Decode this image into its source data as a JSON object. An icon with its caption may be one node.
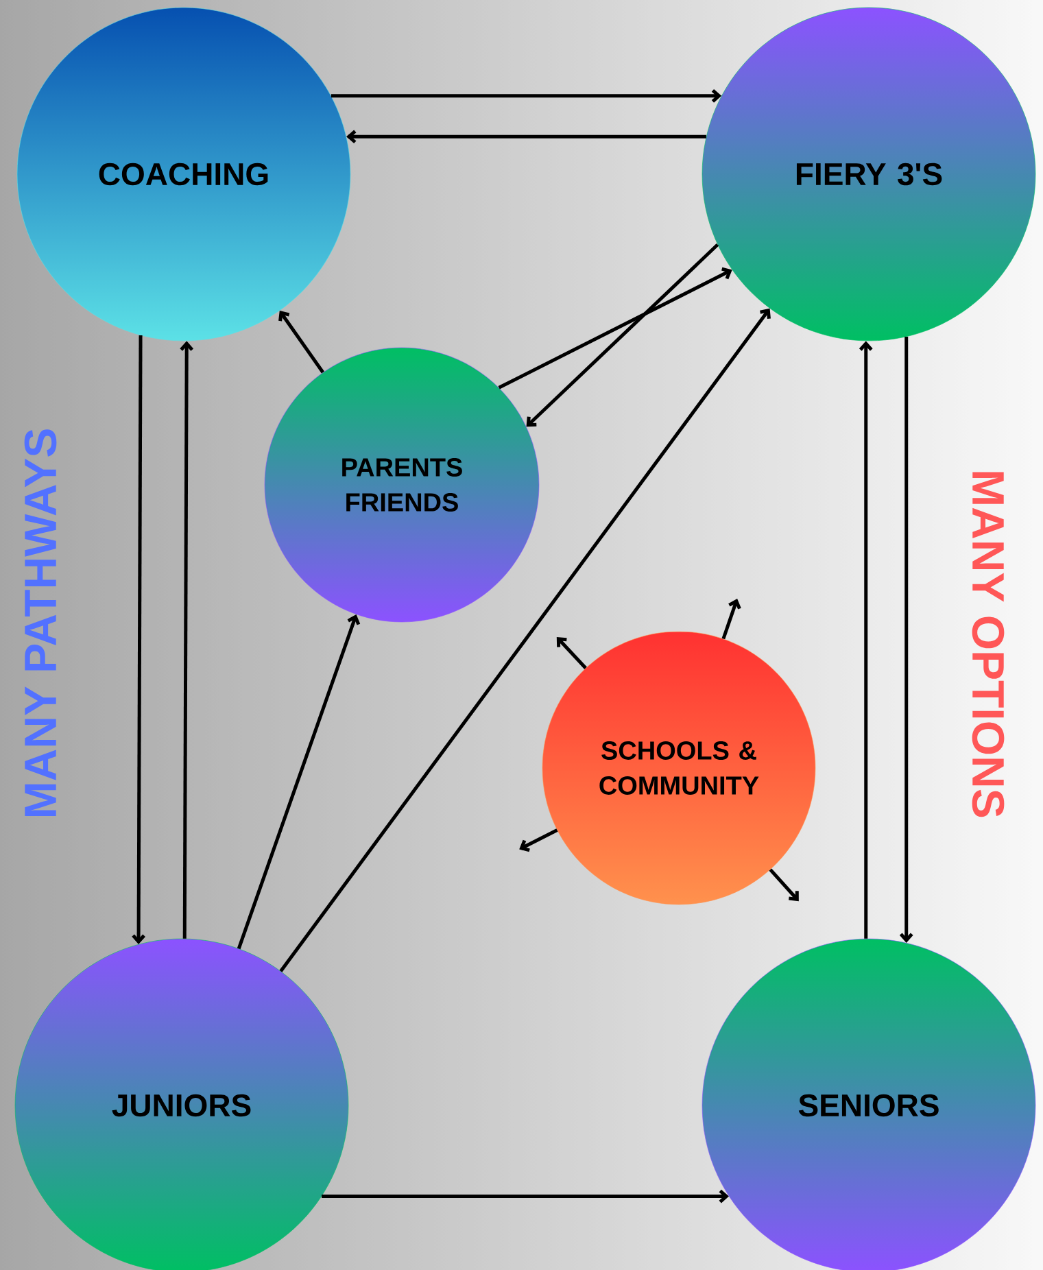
{
  "diagram": {
    "nodes": [
      {
        "text": [
          "COACHING"
        ]
      },
      {
        "text": [
          "FIERY 3'S"
        ]
      },
      {
        "text": [
          "PARENTS FRIENDS"
        ]
      },
      {
        "text": [
          "SCHOOLS & COMMUNITY"
        ]
      },
      {
        "text": [
          "JUNIORS"
        ]
      },
      {
        "text": [
          "SENIORS"
        ]
      }
    ],
    "edges": [
      {
        "from": 0,
        "to": 1,
        "arrow": "to"
      },
      {
        "from": 1,
        "to": 0,
        "arrow": "to"
      },
      {
        "from": 0,
        "to": 4,
        "arrow": "to"
      },
      {
        "from": 4,
        "to": 0,
        "arrow": "to"
      },
      {
        "from": 2,
        "to": 0,
        "arrow": "to"
      },
      {
        "from": 2,
        "to": 1,
        "arrow": "to"
      },
      {
        "from": 1,
        "to": 2,
        "arrow": "to"
      },
      {
        "from": 4,
        "to": 2,
        "arrow": "to"
      },
      {
        "from": 4,
        "to": 1,
        "arrow": "to"
      },
      {
        "from": 1,
        "to": 5,
        "arrow": "to"
      },
      {
        "from": 5,
        "to": 1,
        "arrow": "to"
      },
      {
        "from": 4,
        "to": 5,
        "arrow": "to"
      },
      {
        "from": 3,
        "to": null,
        "arrow": "to"
      },
      {
        "from": 3,
        "to": null,
        "arrow": "to"
      },
      {
        "from": 3,
        "to": null,
        "arrow": "to"
      },
      {
        "from": 3,
        "to": null,
        "arrow": "to"
      }
    ],
    "labels": [
      "MANY PATHWAYS",
      "MANY OPTIONS"
    ]
  }
}
